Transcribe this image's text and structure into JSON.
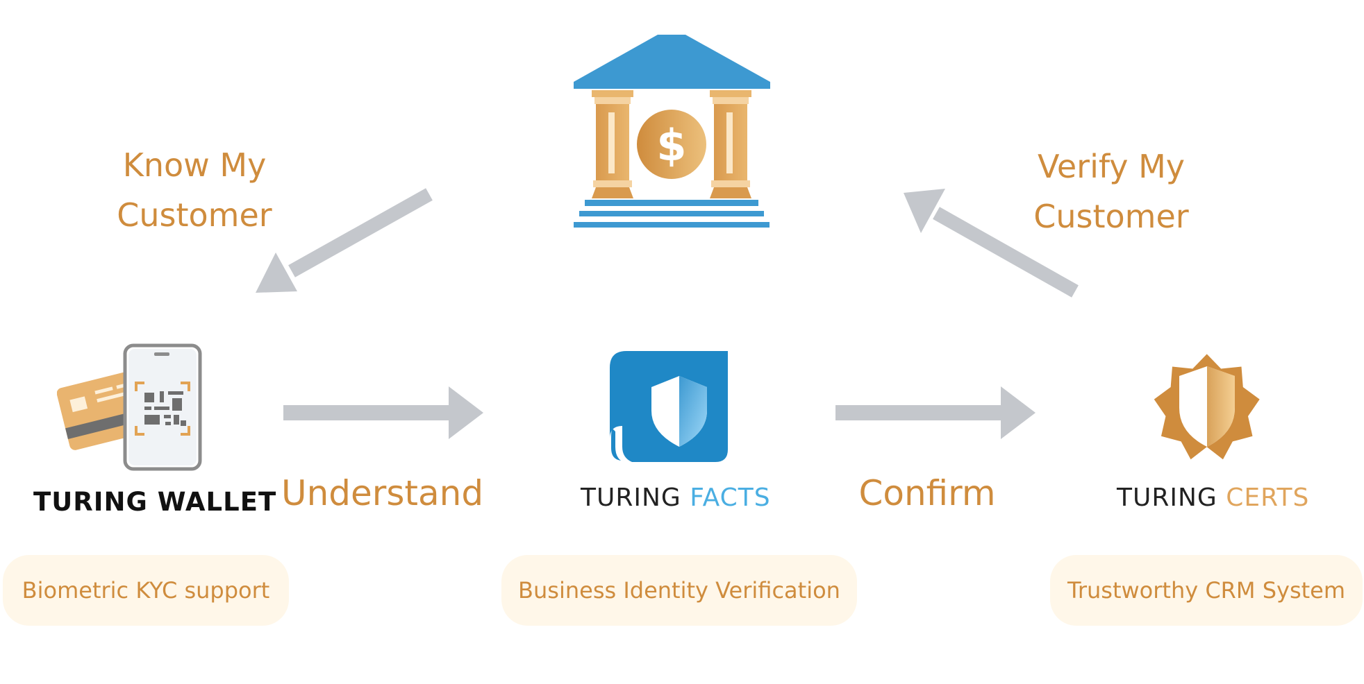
{
  "flow": {
    "know_my_customer": "Know My\nCustomer",
    "verify_my_customer": "Verify My\nCustomer",
    "understand": "Understand",
    "confirm": "Confirm"
  },
  "products": {
    "wallet": {
      "name": "TURING WALLET"
    },
    "facts": {
      "prefix": "TURING",
      "accent": "FACTS"
    },
    "certs": {
      "prefix": "TURING",
      "accent": "CERTS"
    }
  },
  "pills": {
    "wallet": "Biometric KYC support",
    "facts": "Business Identity Verification",
    "certs": "Trustworthy CRM System"
  },
  "icons": {
    "bank": "bank-dollar-icon",
    "wallet": "phone-card-qr-icon",
    "facts": "shield-document-icon",
    "certs": "shield-badge-icon"
  },
  "colors": {
    "gold": "#cf8c3d",
    "blue": "#3d99d1",
    "arrow": "#c4c7cc",
    "pill_bg": "#fff7e9"
  }
}
